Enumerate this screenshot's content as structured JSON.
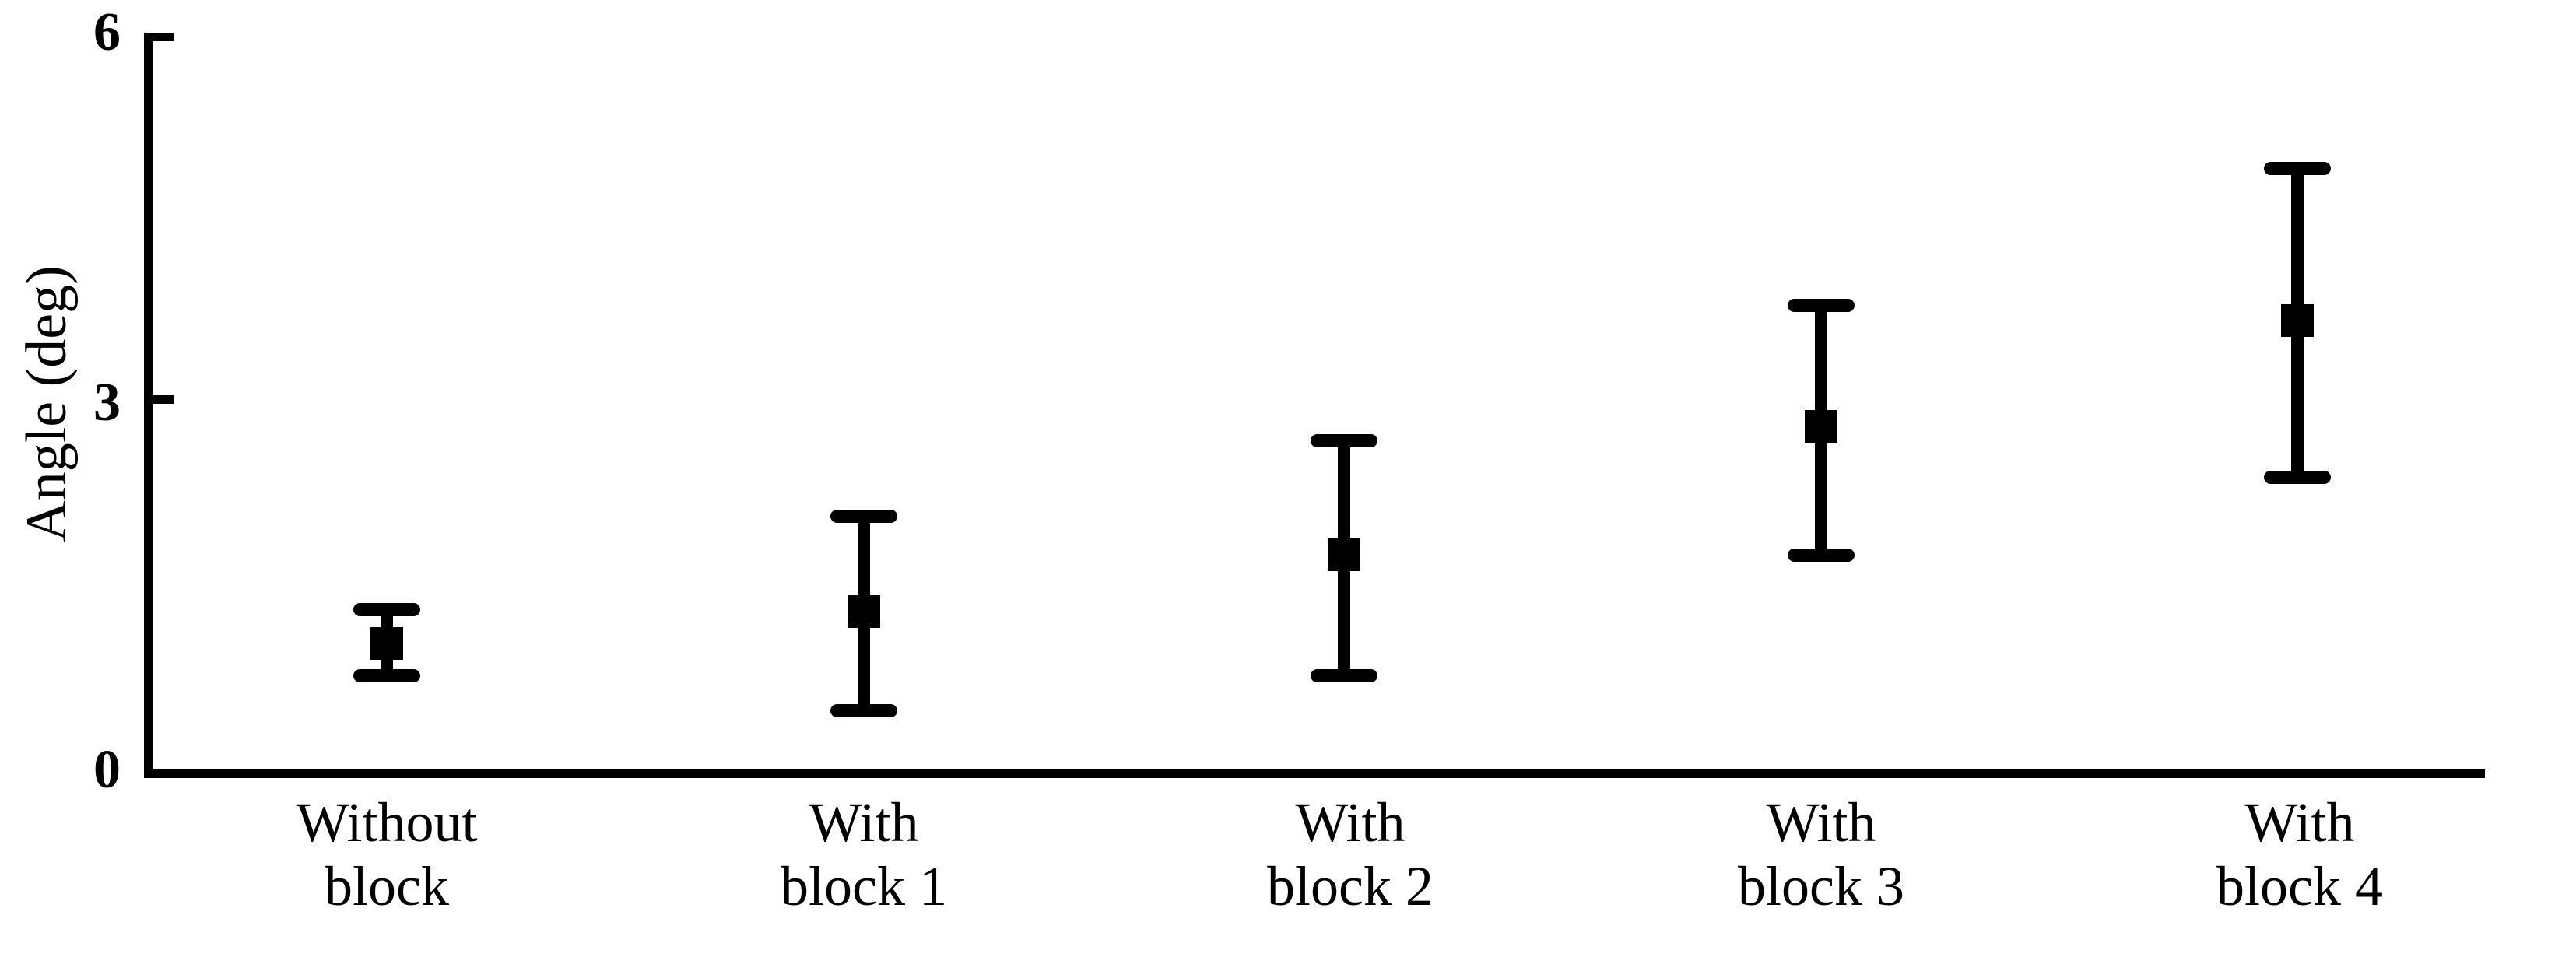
{
  "chart_data": {
    "type": "scatter",
    "title": "",
    "subtitle": "",
    "xlabel": "",
    "ylabel": "Angle (deg)",
    "ylim": [
      0,
      6
    ],
    "yticks": [
      0,
      3,
      6
    ],
    "ytick_labels": [
      "0",
      "3",
      "6"
    ],
    "grid": false,
    "legend": null,
    "error_style": "mean with upper and lower whisker caps",
    "marker": "filled-square",
    "categories": [
      "Without block",
      "With block 1",
      "With block 2",
      "With block 3",
      "With block 4"
    ],
    "category_lines": [
      [
        "Without",
        "block"
      ],
      [
        "With",
        "block 1"
      ],
      [
        "With",
        "block 2"
      ],
      [
        "With",
        "block 3"
      ],
      [
        "With",
        "block 4"
      ]
    ],
    "series": [
      {
        "name": "Angle",
        "values": [
          1.03,
          1.29,
          1.75,
          2.8,
          3.66
        ],
        "error_upper": [
          1.3,
          2.07,
          2.68,
          3.78,
          4.9
        ],
        "error_lower": [
          0.76,
          0.49,
          0.77,
          1.75,
          2.39
        ]
      }
    ],
    "points": [
      {
        "category": "Without block",
        "mean": 1.03,
        "upper": 1.3,
        "lower": 0.76
      },
      {
        "category": "With block 1",
        "mean": 1.29,
        "upper": 2.07,
        "lower": 0.49
      },
      {
        "category": "With block 2",
        "mean": 1.75,
        "upper": 2.68,
        "lower": 0.77
      },
      {
        "category": "With block 3",
        "mean": 2.8,
        "upper": 3.78,
        "lower": 1.75
      },
      {
        "category": "With block 4",
        "mean": 3.66,
        "upper": 4.9,
        "lower": 2.39
      }
    ],
    "colors": {
      "marker": "#000000",
      "error_bar": "#000000",
      "axis": "#000000",
      "background": "#ffffff"
    }
  },
  "axis": {
    "y_title": "Angle (deg)",
    "y_ticks": [
      {
        "label": "6",
        "value": 6
      },
      {
        "label": "3",
        "value": 3
      },
      {
        "label": "0",
        "value": 0
      }
    ]
  },
  "x_labels": [
    {
      "line1": "Without",
      "line2": "block"
    },
    {
      "line1": "With",
      "line2": "block 1"
    },
    {
      "line1": "With",
      "line2": "block 2"
    },
    {
      "line1": "With",
      "line2": "block 3"
    },
    {
      "line1": "With",
      "line2": "block 4"
    }
  ]
}
